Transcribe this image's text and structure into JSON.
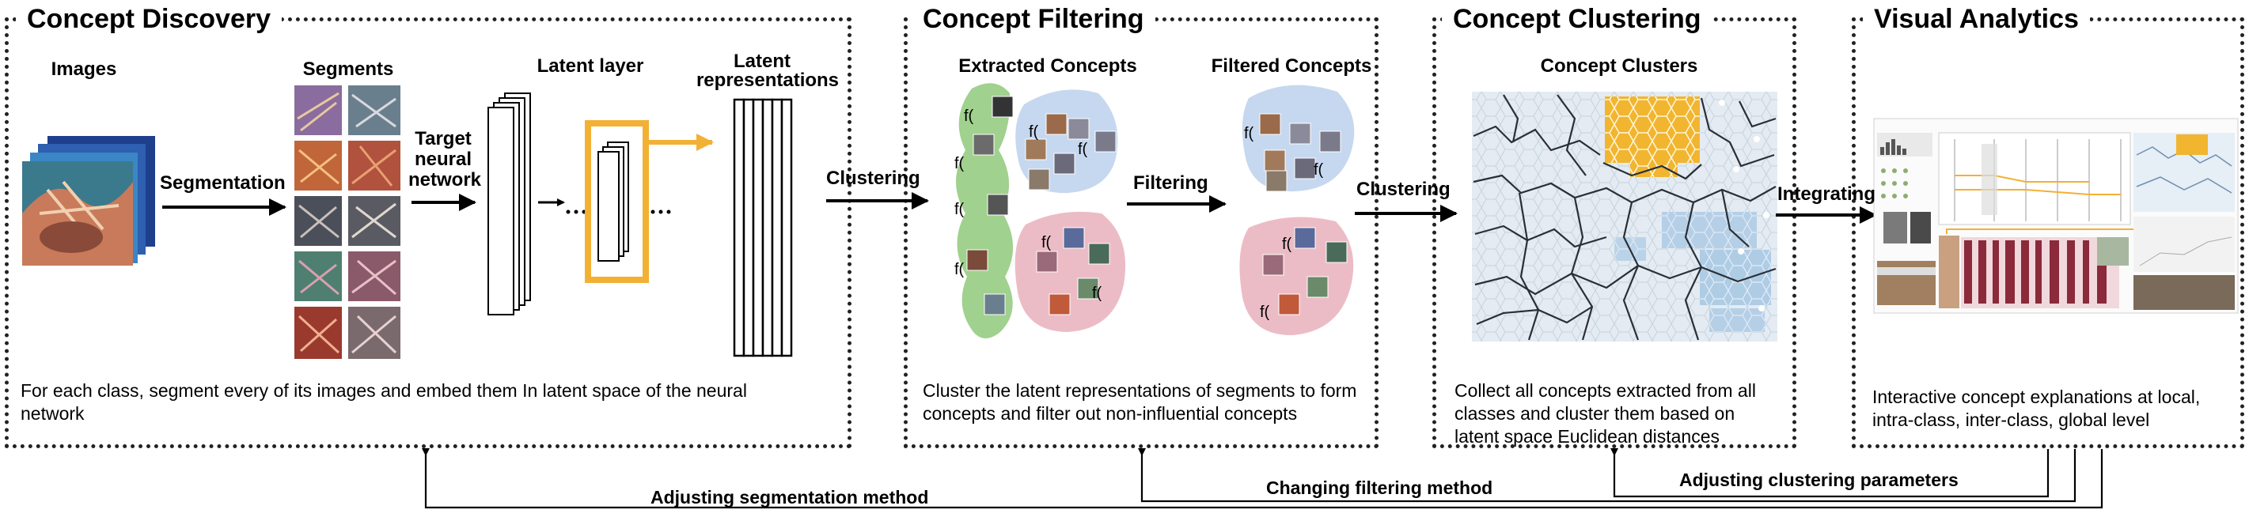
{
  "panels": {
    "discovery": {
      "title": "Concept Discovery",
      "labels": {
        "images": "Images",
        "segments": "Segments",
        "latent_layer": "Latent layer",
        "latent_representations_l1": "Latent",
        "latent_representations_l2": "representations",
        "segmentation": "Segmentation",
        "target_l1": "Target",
        "target_l2": "neural",
        "target_l3": "network"
      },
      "description": "For each class, segment every of its images and embed them In latent space of the neural network"
    },
    "filtering": {
      "title": "Concept Filtering",
      "labels": {
        "extracted": "Extracted Concepts",
        "filtered": "Filtered Concepts",
        "filtering_arrow": "Filtering"
      },
      "description": "Cluster the latent representations of segments to form concepts and filter out non-influential concepts"
    },
    "clustering": {
      "title": "Concept Clustering",
      "labels": {
        "concept_clusters": "Concept Clusters"
      },
      "description": "Collect all concepts extracted from all classes and cluster them based on latent space Euclidean distances"
    },
    "analytics": {
      "title": "Visual Analytics",
      "description": "Interactive concept explanations at local, intra-class, inter-class, global level"
    }
  },
  "arrows": {
    "clustering_1": "Clustering",
    "clustering_2": "Clustering",
    "integrating": "Integrating"
  },
  "feedback": {
    "segmentation": "Adjusting segmentation method",
    "filtering": "Changing filtering method",
    "clustering": "Adjusting clustering parameters"
  },
  "glyphs": {
    "concept_fn": "f("
  },
  "colors": {
    "accent_orange": "#f2b134",
    "concept_green": "#8fc97a",
    "concept_blue": "#c6d8ef",
    "concept_pink": "#ecbcc6",
    "hex_orange": "#f1b52f",
    "hex_blue": "#8fb6da"
  }
}
